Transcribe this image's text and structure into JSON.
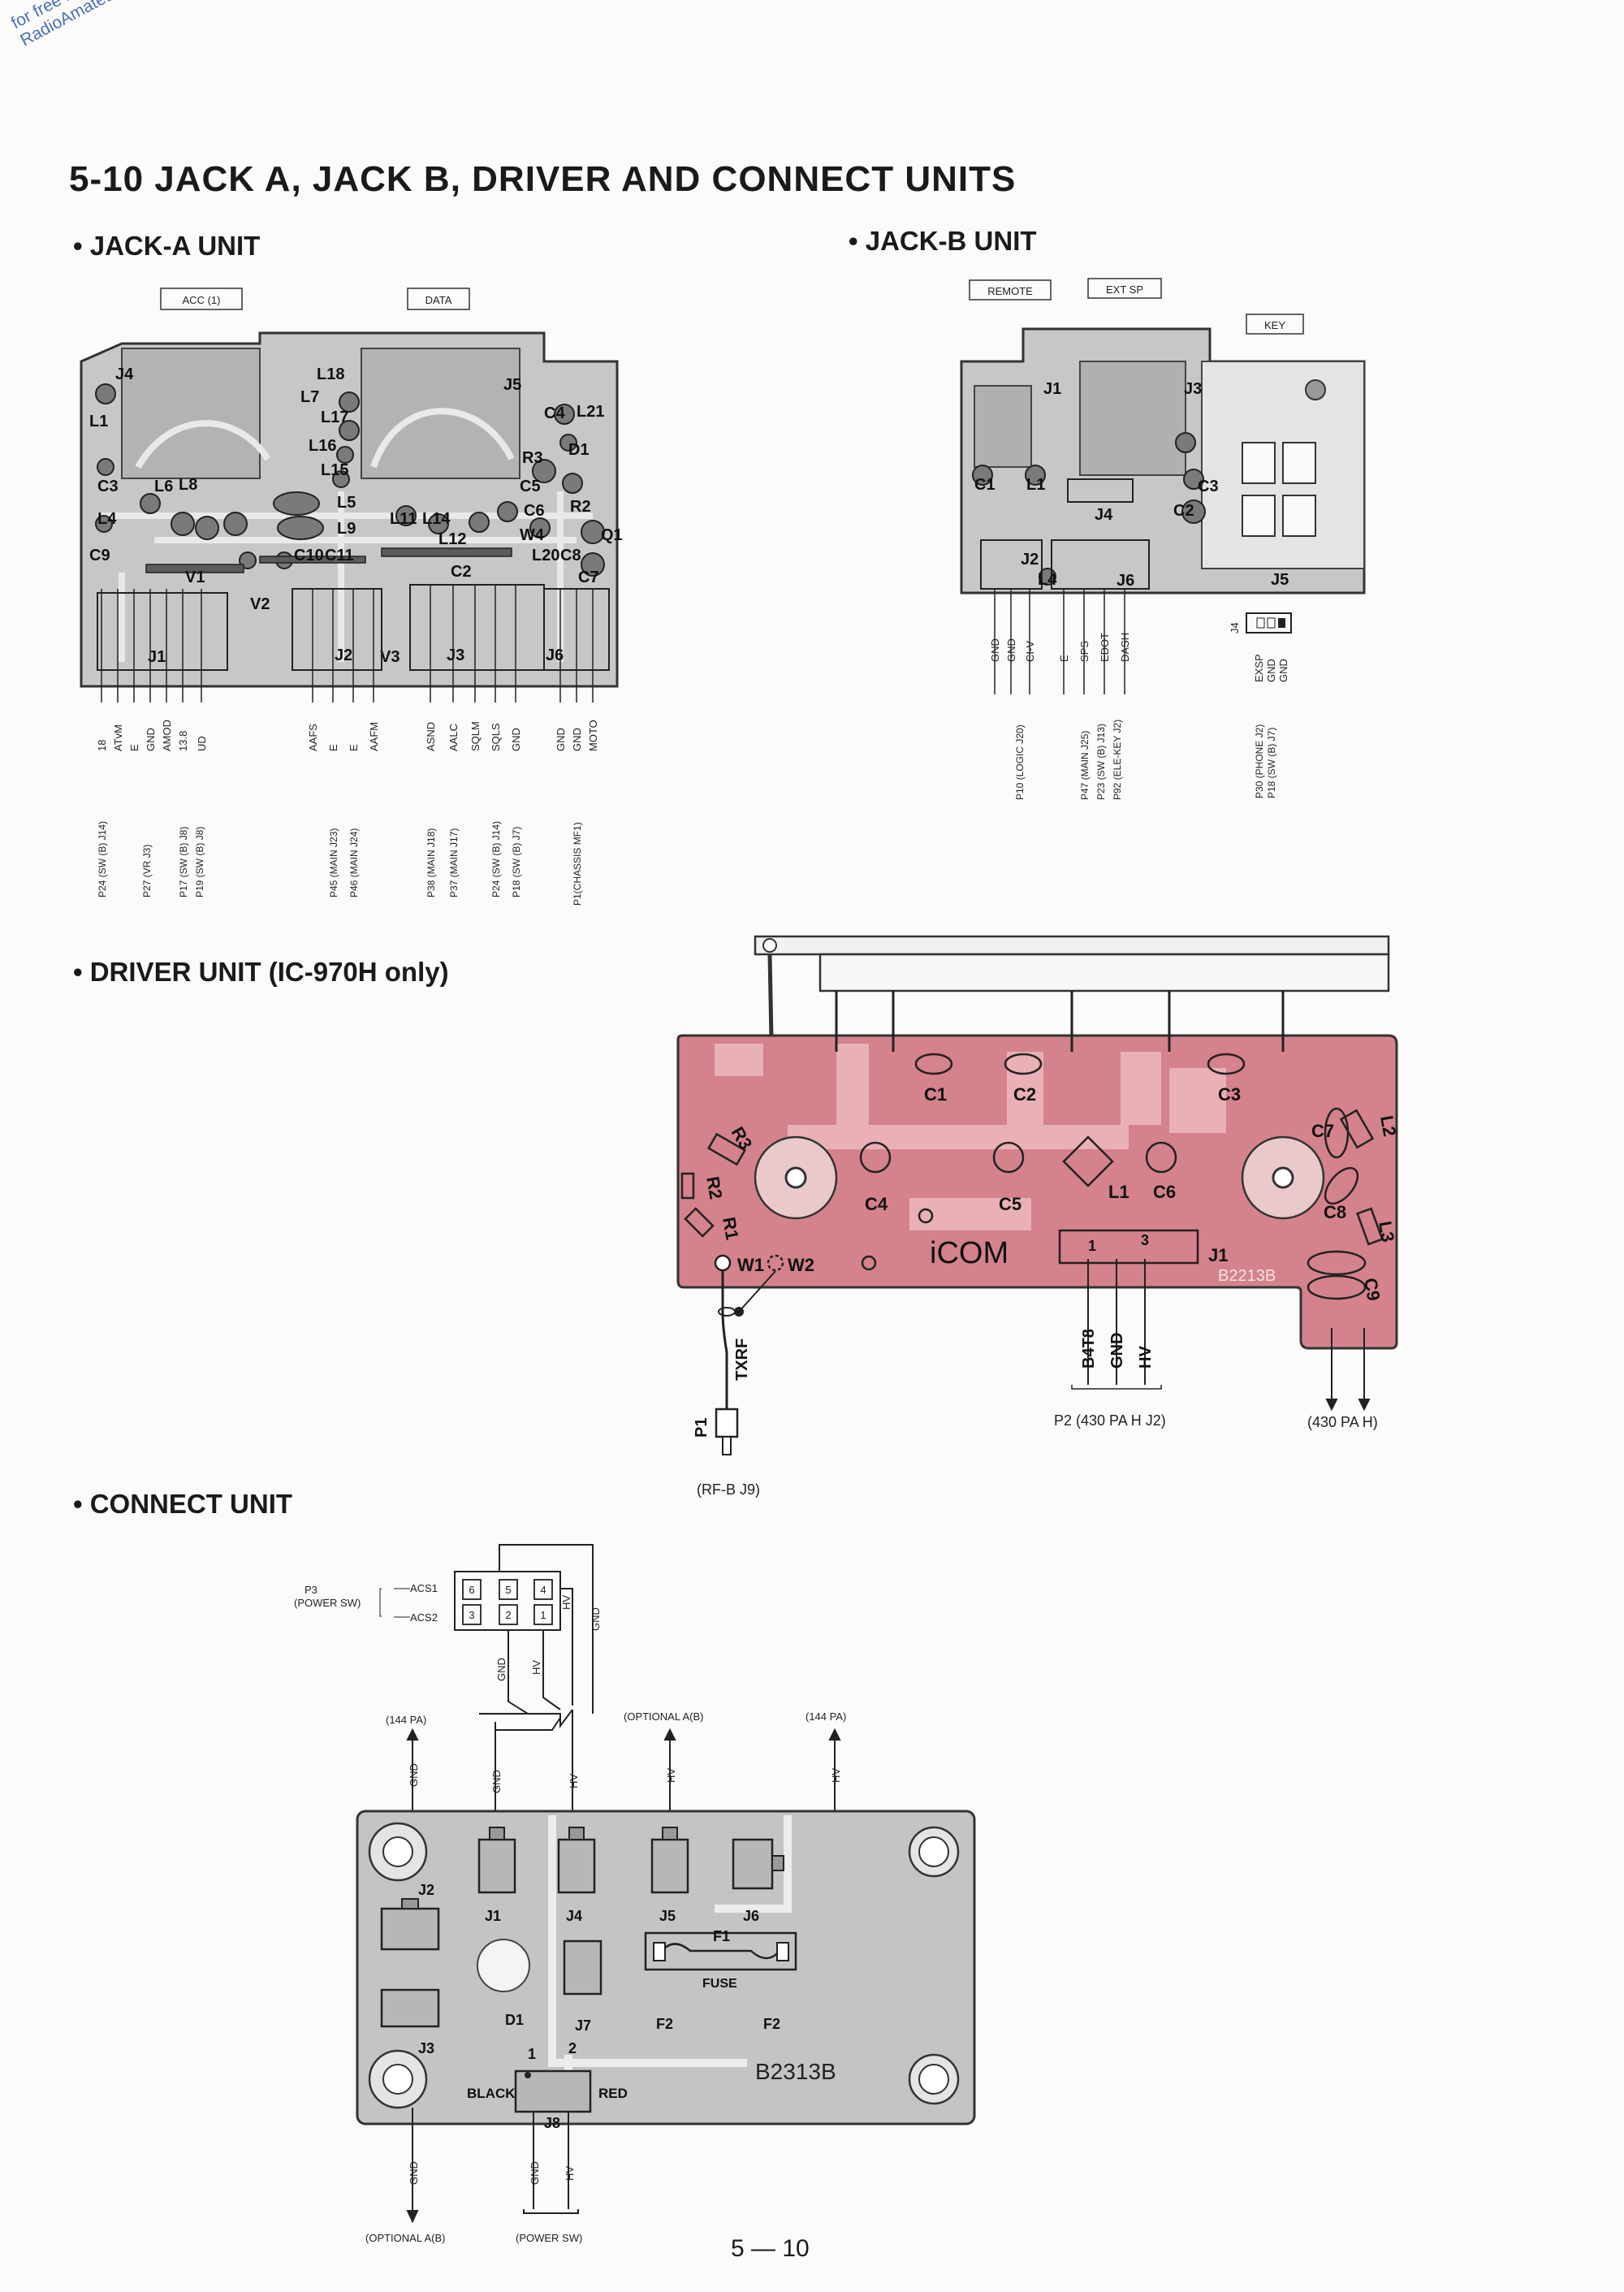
{
  "watermark": {
    "line1": "for free by",
    "line2": "RadioAmateur.eu"
  },
  "title": "5-10  JACK A, JACK B, DRIVER AND CONNECT UNITS",
  "sections": {
    "jack_a": "• JACK-A UNIT",
    "jack_b": "• JACK-B UNIT",
    "driver": "• DRIVER UNIT (IC-970H only)",
    "connect": "• CONNECT UNIT"
  },
  "jack_a": {
    "acc": "ACC (1)",
    "data": "DATA",
    "parts": [
      "J4",
      "J5",
      "L1",
      "L18",
      "L7",
      "L17",
      "L16",
      "L15",
      "C3",
      "C4",
      "L21",
      "D1",
      "R3",
      "C5",
      "C6",
      "L6",
      "L8",
      "L4",
      "L5",
      "L9",
      "L11",
      "L12",
      "L14",
      "R2",
      "C9",
      "V1",
      "C10",
      "C11",
      "W4",
      "L20",
      "Q1",
      "C2",
      "C8",
      "C7",
      "V2",
      "V3",
      "J1",
      "J2",
      "J3",
      "J6"
    ],
    "pins_j1": [
      "18",
      "ATvM",
      "E",
      "GND",
      "AMOD",
      "13.8",
      "UD"
    ],
    "dest_j1": [
      "P24 (SW (B) J14)",
      "P27 (VR J3)",
      "P17 (SW (B) J8)",
      "P19 (SW (B) J8)"
    ],
    "pins_j2": [
      "AAFS",
      "E",
      "E",
      "AAFM"
    ],
    "dest_j2": [
      "P45 (MAIN J23)",
      "P46 (MAIN J24)"
    ],
    "pins_j3": [
      "ASND",
      "AALC",
      "SQLM",
      "SQLS",
      "GND"
    ],
    "dest_j3": [
      "P38 (MAIN J18)",
      "P37 (MAIN J17)",
      "P24 (SW (B) J14)",
      "P18 (SW (B) J7)"
    ],
    "pins_j6": [
      "GND",
      "GND",
      "MOTO"
    ],
    "dest_j6": [
      "P1(CHASSIS MF1)"
    ]
  },
  "jack_b": {
    "remote": "REMOTE",
    "ext_sp": "EXT SP",
    "key": "KEY",
    "parts": [
      "J1",
      "J3",
      "C1",
      "L1",
      "J4",
      "C3",
      "C2",
      "J2",
      "L4",
      "J6",
      "J5"
    ],
    "pins_j2": [
      "GND",
      "GND",
      "CI-V"
    ],
    "dest_j2": [
      "P10 (LOGIC J20)"
    ],
    "pins_j6": [
      "E",
      "SPS",
      "EDOT",
      "DASH"
    ],
    "dest_j6": [
      "P47 (MAIN J25)",
      "P23 (SW (B) J13)",
      "P92 (ELE-KEY J2)"
    ],
    "j4": "J4",
    "pins_j4": [
      "EXSP",
      "GND",
      "GND"
    ],
    "dest_j4": [
      "P30 (PHONE J2)",
      "P18 (SW (B) J7)"
    ]
  },
  "driver": {
    "parts": [
      "C1",
      "C2",
      "C3",
      "R3",
      "R2",
      "R1",
      "C4",
      "C5",
      "L1",
      "C6",
      "C7",
      "L2",
      "C8",
      "L3",
      "C9",
      "W1",
      "W2",
      "J1"
    ],
    "logo": "iCOM",
    "board": "B2213B",
    "pin1": "1",
    "pin3": "3",
    "txrf": "TXRF",
    "p1": "P1",
    "rfb": "(RF-B J9)",
    "pins_j1": [
      "B4T8",
      "GND",
      "HV"
    ],
    "dest_j1": "P2 (430 PA H J2)",
    "dest_right": "(430 PA H)"
  },
  "connect": {
    "p3": "P3",
    "power_sw": "(POWER SW)",
    "acs1": "ACS1",
    "acs2": "ACS2",
    "pin_nums": [
      "6",
      "5",
      "4",
      "3",
      "2",
      "1"
    ],
    "sig_hv": "HV",
    "sig_gnd": "GND",
    "pa144_left": "(144 PA)",
    "optional_top": "(OPTIONAL A(B)",
    "pa144_right": "(144 PA)",
    "parts": [
      "J1",
      "J2",
      "J3",
      "J4",
      "J5",
      "J6",
      "J7",
      "J8",
      "F1",
      "F2",
      "F2",
      "D1"
    ],
    "fuse": "FUSE",
    "black": "BLACK",
    "red": "RED",
    "board": "B2313B",
    "optional_bottom": "(OPTIONAL A(B)",
    "power_sw_bottom": "(POWER SW)"
  },
  "page_number": "5 — 10"
}
